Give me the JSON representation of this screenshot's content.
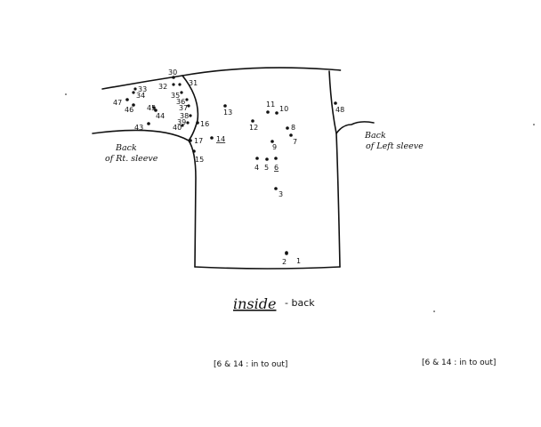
{
  "diagram": {
    "caption_main": "inside",
    "caption_sub": "- back",
    "right_sleeve_label": [
      "Back",
      "of Rt. sleeve"
    ],
    "left_sleeve_label": [
      "Back",
      "of Left sleeve"
    ],
    "note_1": "[6 & 14 : in to out]",
    "note_2": "[6 & 14 : in to out]",
    "points": [
      "1",
      "2",
      "3",
      "4",
      "5",
      "6",
      "7",
      "8",
      "9",
      "10",
      "11",
      "12",
      "13",
      "14",
      "15",
      "16",
      "17",
      "30",
      "31",
      "32",
      "33",
      "34",
      "35",
      "36",
      "37",
      "38",
      "39",
      "40",
      "43",
      "44",
      "45",
      "46",
      "47",
      "48"
    ]
  }
}
